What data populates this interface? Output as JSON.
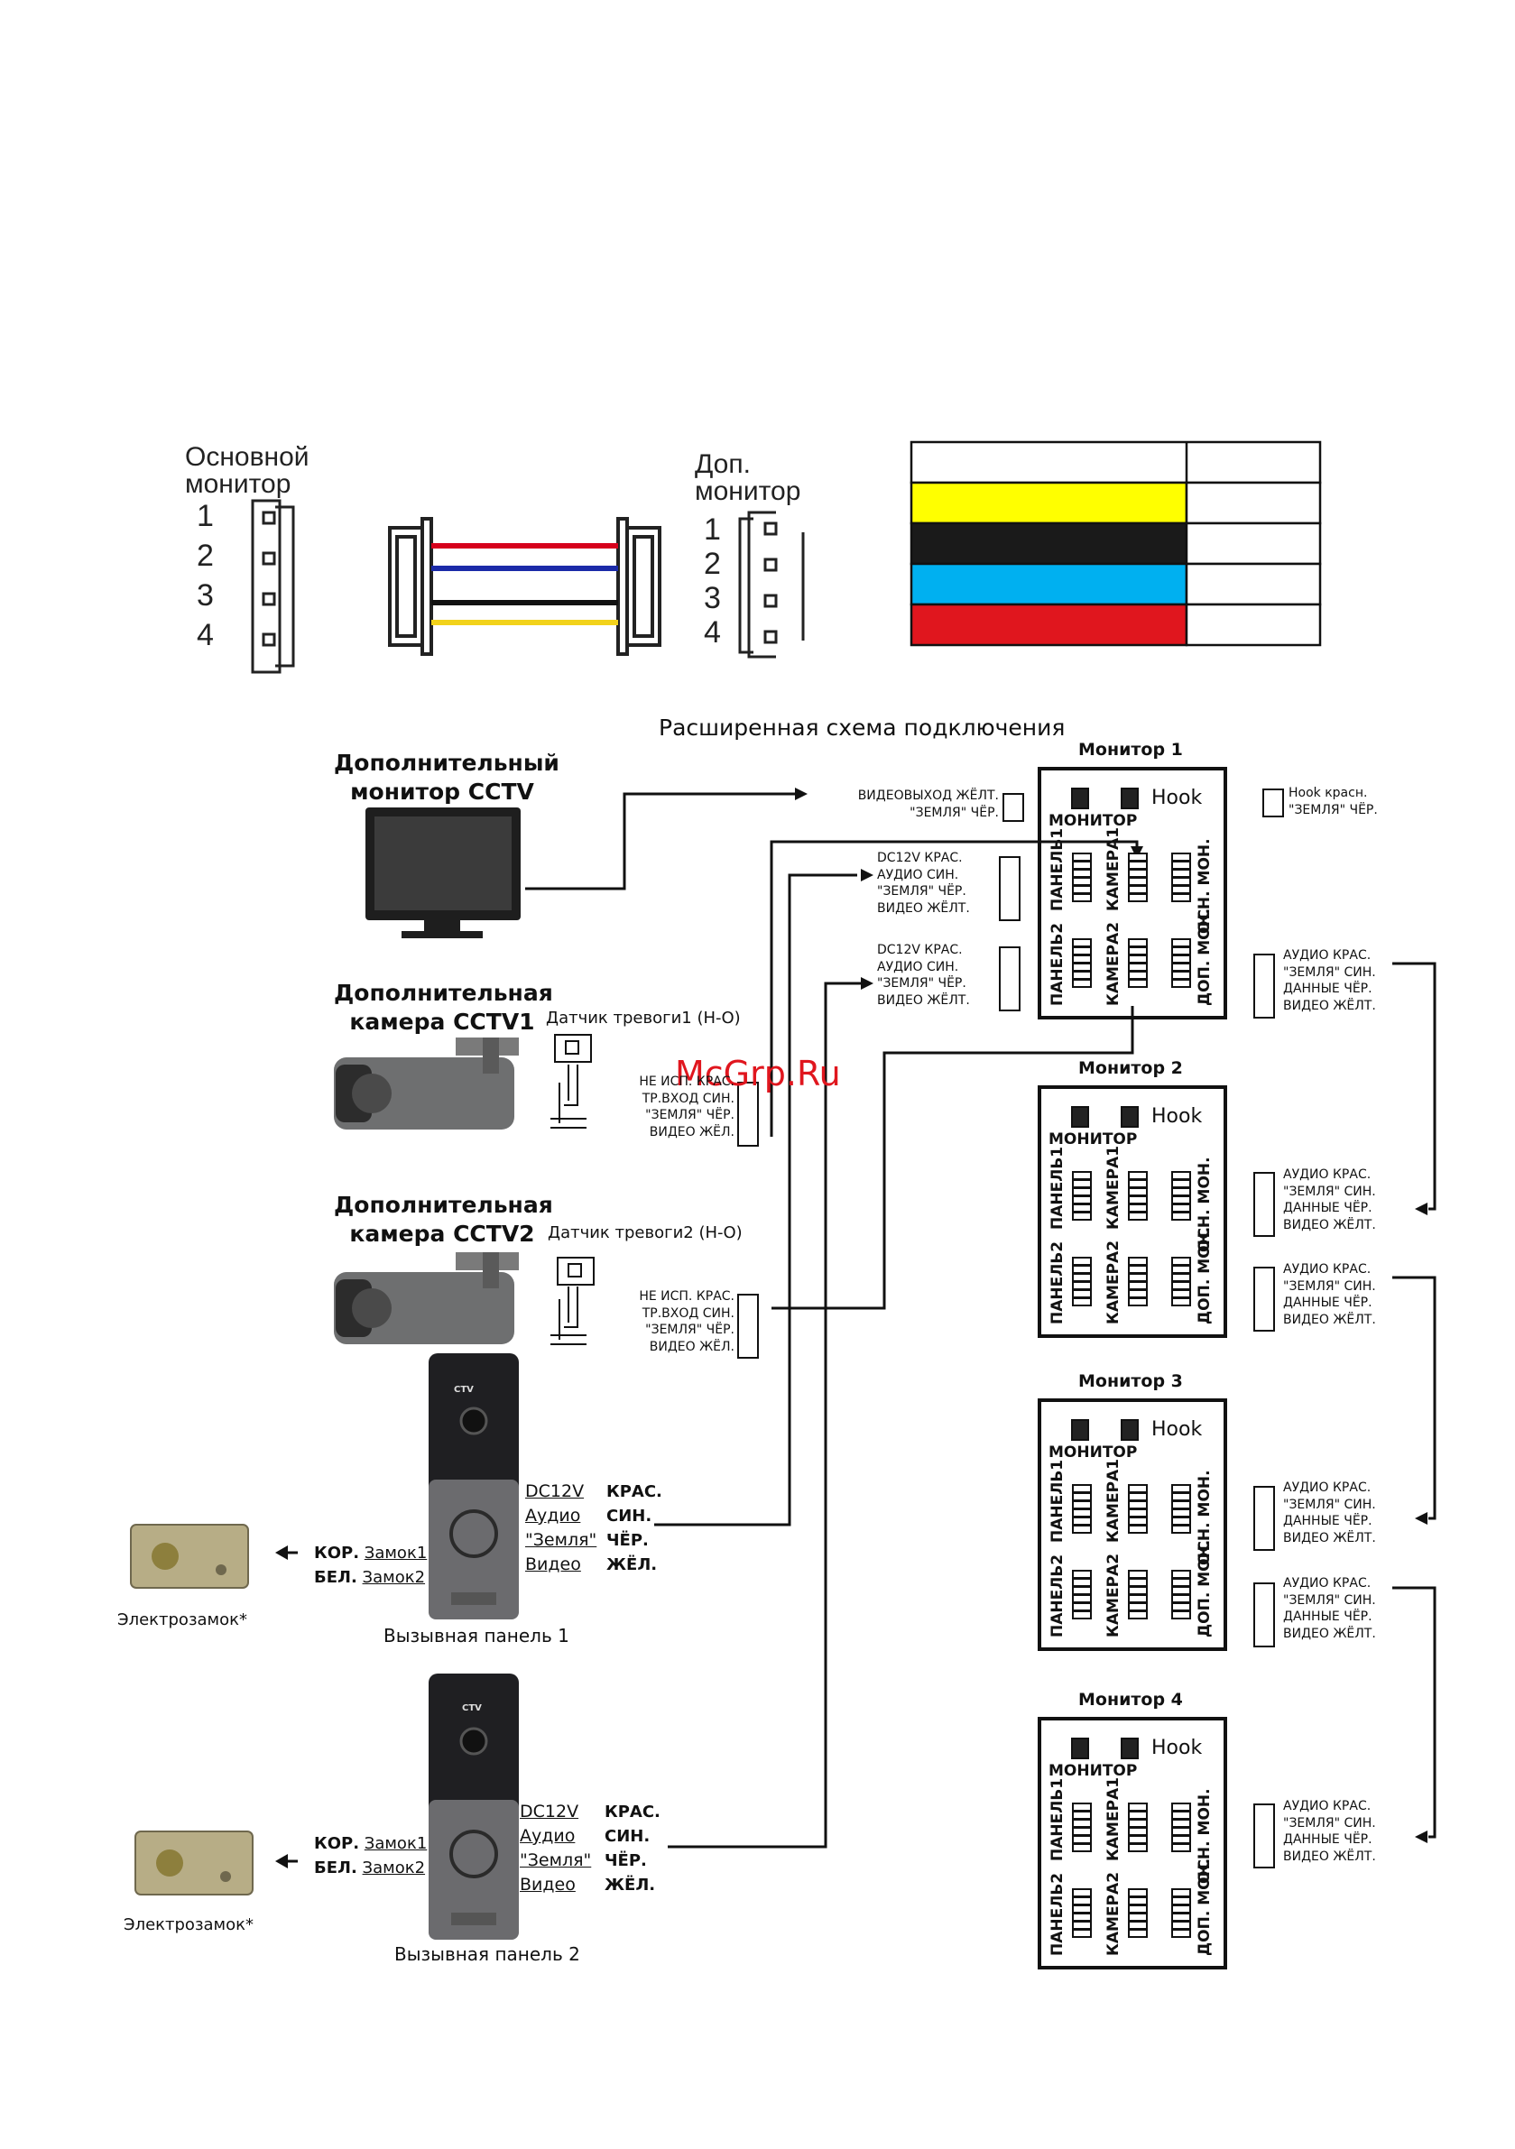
{
  "top_cable": {
    "main_monitor_label": "Основной монитор",
    "aux_monitor_label": "Доп. монитор",
    "pins": [
      "1",
      "2",
      "3",
      "4"
    ],
    "wire_colors": [
      "#d6001c",
      "#1b2aa8",
      "#111111",
      "#f2d21b"
    ]
  },
  "color_table": {
    "colors": [
      "#ffff00",
      "#1a1a1a",
      "#00b0f0",
      "#e0161e"
    ]
  },
  "diagram_title": "Расширенная схема подключения",
  "watermark": "McGrp.Ru",
  "devices": {
    "aux_monitor_cctv": "Дополнительный монитор CCTV",
    "cam1": "Дополнительная камера CCTV1",
    "cam2": "Дополнительная камера CCTV2",
    "alarm1": "Датчик тревоги1 (Н-О)",
    "alarm2": "Датчик тревоги2 (Н-О)"
  },
  "cam_wires": [
    "НЕ ИСП. КРАС.",
    "ТР.ВХОД СИН.",
    "\"ЗЕМЛЯ\" ЧЁР.",
    "ВИДЕО ЖЁЛ."
  ],
  "connectors": {
    "video_out": [
      "ВИДЕОВЫХОД ЖЁЛТ.",
      "\"ЗЕМЛЯ\" ЧЁР."
    ],
    "panel_wires": [
      "DC12V КРАС.",
      "АУДИО СИН.",
      "\"ЗЕМЛЯ\" ЧЁР.",
      "ВИДЕО ЖЁЛТ."
    ],
    "hook": [
      "Hook красн.",
      "\"ЗЕМЛЯ\" ЧЁР."
    ],
    "bus": [
      "АУДИО КРАС.",
      "\"ЗЕМЛЯ\" СИН.",
      "ДАННЫЕ ЧЁР.",
      "ВИДЕО ЖЁЛТ."
    ]
  },
  "monitors": {
    "titles": [
      "Монитор 1",
      "Монитор 2",
      "Монитор 3",
      "Монитор 4"
    ],
    "hook": "Hook",
    "monitor": "МОНИТОР",
    "panel1": "ПАНЕЛЬ1",
    "camera1": "КАМЕРА1",
    "main_mon": "ОСН. МОН.",
    "panel2": "ПАНЕЛЬ2",
    "camera2": "КАМЕРА2",
    "aux_mon": "ДОП. МОН."
  },
  "call_panel": {
    "names": [
      "Вызывная панель 1",
      "Вызывная панель 2"
    ],
    "brand": "CTV",
    "terms": [
      "DC12V",
      "Аудио",
      "\"Земля\"",
      "Видео"
    ],
    "colors": [
      "КРАС.",
      "СИН.",
      "ЧЁР.",
      "ЖЁЛ."
    ],
    "lock_wires": [
      "КОР.",
      "БЕЛ."
    ],
    "lock_terms": [
      "Замок1",
      "Замок2"
    ],
    "lock_name": "Электрозамок*"
  }
}
